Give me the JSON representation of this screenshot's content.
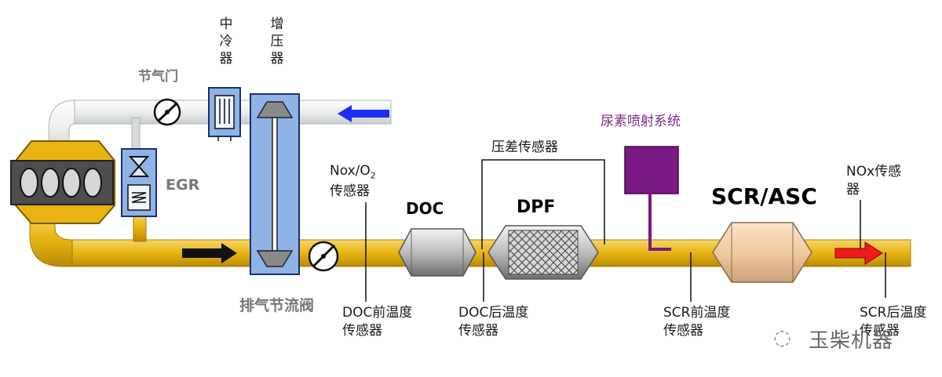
{
  "labels": {
    "throttle": "节气门",
    "intercooler": "中冷器",
    "turbo": "增压器",
    "egr": "EGR",
    "nox_o2_prefix": "Nox/O",
    "nox_o2_sub": "2",
    "nox_o2_suffix": "传感器",
    "doc": "DOC",
    "dpf": "DPF",
    "diff_pressure": "压差传感器",
    "urea": "尿素喷射系统",
    "scr_asc": "SCR/ASC",
    "nox_sensor": "NOx传感器",
    "exhaust_valve": "排气节流阀",
    "doc_pre": "DOC前温度传感器",
    "doc_post": "DOC后温度传感器",
    "scr_pre": "SCR前温度传感器",
    "scr_post": "SCR后温度传感器"
  },
  "watermark": {
    "text": "玉柴机器"
  },
  "colors": {
    "exhaust_pipe": "#e8b412",
    "intake_pipe": "#e9ecec",
    "component_blue": "#8fb3e6",
    "urea_box": "#7b1a84",
    "arrow_intake": "#1c2ff0",
    "arrow_exhaust": "#111111",
    "arrow_out": "#ef1a1a"
  }
}
